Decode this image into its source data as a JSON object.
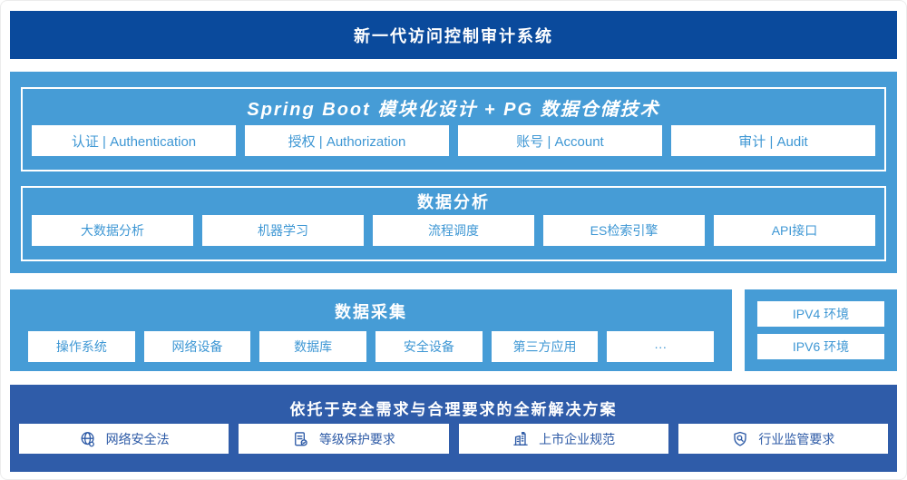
{
  "header": {
    "title": "新一代访问控制审计系统"
  },
  "platform": {
    "modules_section": {
      "title": "Spring Boot 模块化设计 + PG 数据仓储技术",
      "items": [
        "认证 | Authentication",
        "授权 | Authorization",
        "账号 | Account",
        "审计 | Audit"
      ]
    },
    "analysis_section": {
      "title": "数据分析",
      "items": [
        "大数据分析",
        "机器学习",
        "流程调度",
        "ES检索引擎",
        "API接口"
      ]
    }
  },
  "collection": {
    "title": "数据采集",
    "items": [
      "操作系统",
      "网络设备",
      "数据库",
      "安全设备",
      "第三方应用",
      "···"
    ],
    "environments": [
      "IPV4 环境",
      "IPV6 环境"
    ]
  },
  "solution": {
    "title": "依托于安全需求与合理要求的全新解决方案",
    "items": [
      {
        "icon": "globe-icon",
        "label": "网络安全法"
      },
      {
        "icon": "document-check-icon",
        "label": "等级保护要求"
      },
      {
        "icon": "building-icon",
        "label": "上市企业规范"
      },
      {
        "icon": "shield-search-icon",
        "label": "行业监管要求"
      }
    ]
  },
  "colors": {
    "header-bg": "#0a4a9c",
    "panel-bg": "#469cd6",
    "solution-bg": "#2f5ca9",
    "box-text-light": "#3e97d4",
    "box-text-dark": "#2d5aa6"
  }
}
